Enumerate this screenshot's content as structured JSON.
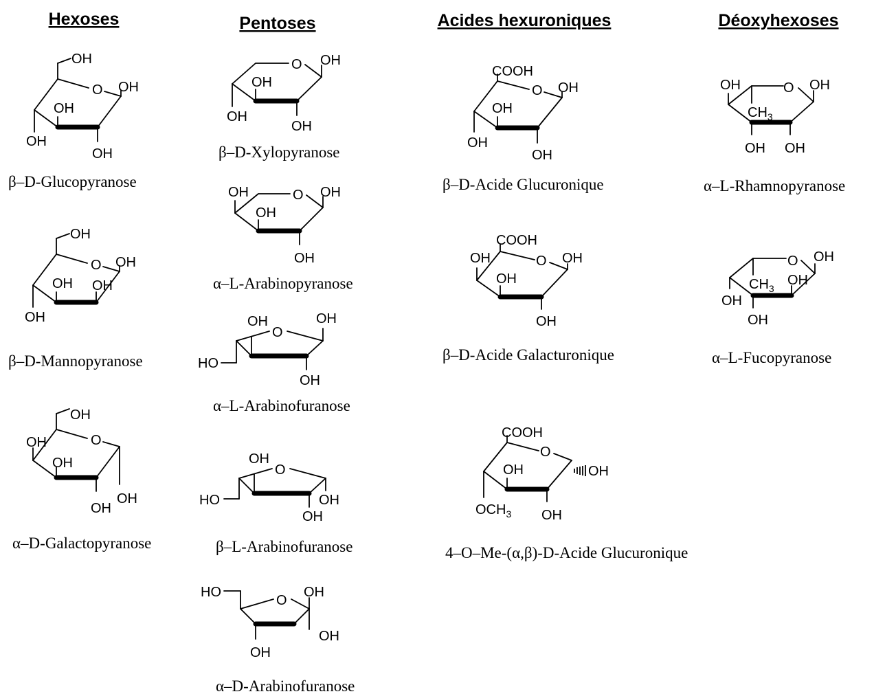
{
  "headers": {
    "hexoses": "Hexoses",
    "pentoses": "Pentoses",
    "hexuronic": "Acides hexuroniques",
    "deoxyhexoses": "Déoxyhexoses"
  },
  "atoms": {
    "oh": "OH",
    "ho": "HO",
    "o": "O",
    "cooh": "COOH",
    "ch": "CH",
    "och": "OCH",
    "three": "3"
  },
  "names": {
    "glucopyranose": "β–D-Glucopyranose",
    "mannopyranose": "β–D-Mannopyranose",
    "galactopyranose": "α–D-Galactopyranose",
    "xylopyranose": "β–D-Xylopyranose",
    "arabinopyranose": "α–L-Arabinopyranose",
    "alpha_l_arabinofuranose": "α–L-Arabinofuranose",
    "beta_l_arabinofuranose": "β–L-Arabinofuranose",
    "alpha_d_arabinofuranose": "α–D-Arabinofuranose",
    "glucuronic": "β–D-Acide Glucuronique",
    "galacturonic": "β–D-Acide Galacturonique",
    "methyl_glucuronic": "4–O–Me-(α,β)-D-Acide Glucuronique",
    "rhamnopyranose": "α–L-Rhamnopyranose",
    "fucopyranose": "α–L-Fucopyranose"
  }
}
